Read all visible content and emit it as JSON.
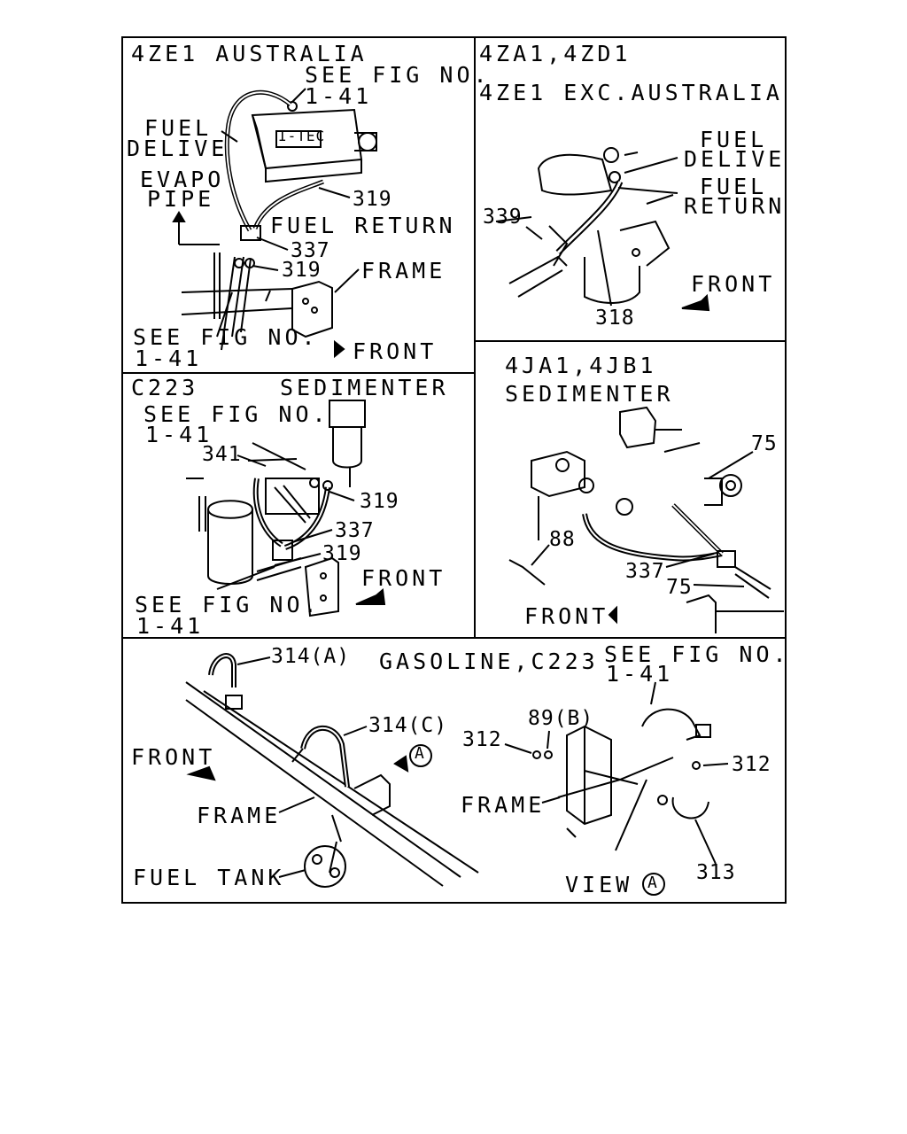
{
  "panel_top_left": {
    "title": "4ZE1 AUSTRALIA",
    "see_fig_1": "SEE FIG NO.",
    "see_fig_1_num": "1-41",
    "itec_label": "I-TEC",
    "fuel_delive_1": "FUEL",
    "fuel_delive_2": "DELIVE",
    "evapo_1": "EVAPO",
    "evapo_2": "PIPE",
    "part_319a": "319",
    "fuel_return": "FUEL RETURN",
    "part_337": "337",
    "part_319b": "319",
    "frame": "FRAME",
    "see_fig_2": "SEE FIG NO.",
    "see_fig_2_num": "1-41",
    "front": "FRONT"
  },
  "panel_top_right": {
    "title_1": "4ZA1,4ZD1",
    "title_2": "4ZE1 EXC.AUSTRALIA",
    "fuel_delive_1": "FUEL",
    "fuel_delive_2": "DELIVE",
    "fuel_return_1": "FUEL",
    "fuel_return_2": "RETURN",
    "part_339": "339",
    "front": "FRONT",
    "part_318": "318"
  },
  "panel_mid_left": {
    "title": "C223",
    "sedimenter": "SEDIMENTER",
    "see_fig_1": "SEE FIG NO.",
    "see_fig_1_num": "1-41",
    "part_341": "341",
    "part_319a": "319",
    "part_337": "337",
    "part_319b": "319",
    "front": "FRONT",
    "see_fig_2": "SEE FIG NO.",
    "see_fig_2_num": "1-41"
  },
  "panel_mid_right": {
    "title": "4JA1,4JB1",
    "sedimenter": "SEDIMENTER",
    "part_75a": "75",
    "part_88": "88",
    "part_337": "337",
    "part_75b": "75",
    "front": "FRONT"
  },
  "panel_bottom": {
    "part_314a": "314(A)",
    "title": "GASOLINE,C223",
    "see_fig": "SEE FIG NO.",
    "see_fig_num": "1-41",
    "part_314c": "314(C)",
    "marker_a": "A",
    "part_89b": "89(B)",
    "part_312a": "312",
    "part_312b": "312",
    "front": "FRONT",
    "frame_1": "FRAME",
    "frame_2": "FRAME",
    "fuel_tank": "FUEL TANK",
    "view": "VIEW",
    "view_marker": "A",
    "part_313": "313"
  }
}
